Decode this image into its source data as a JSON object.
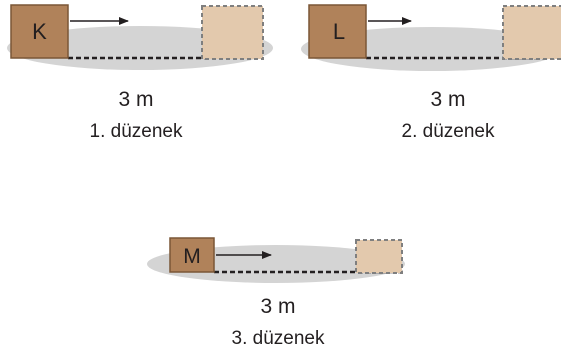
{
  "setups": [
    {
      "block": "K",
      "distance": "3 m",
      "caption": "1. düzenek"
    },
    {
      "block": "L",
      "distance": "3 m",
      "caption": "2. düzenek"
    },
    {
      "block": "M",
      "distance": "3 m",
      "caption": "3. düzenek"
    }
  ],
  "colors": {
    "block_fill": "#b0825a",
    "block_stroke": "#7a5636",
    "ghost_fill": "#e3c9ad",
    "ghost_stroke": "#7f7f7f",
    "surface": "#d4d4d4",
    "line": "#231f20"
  }
}
